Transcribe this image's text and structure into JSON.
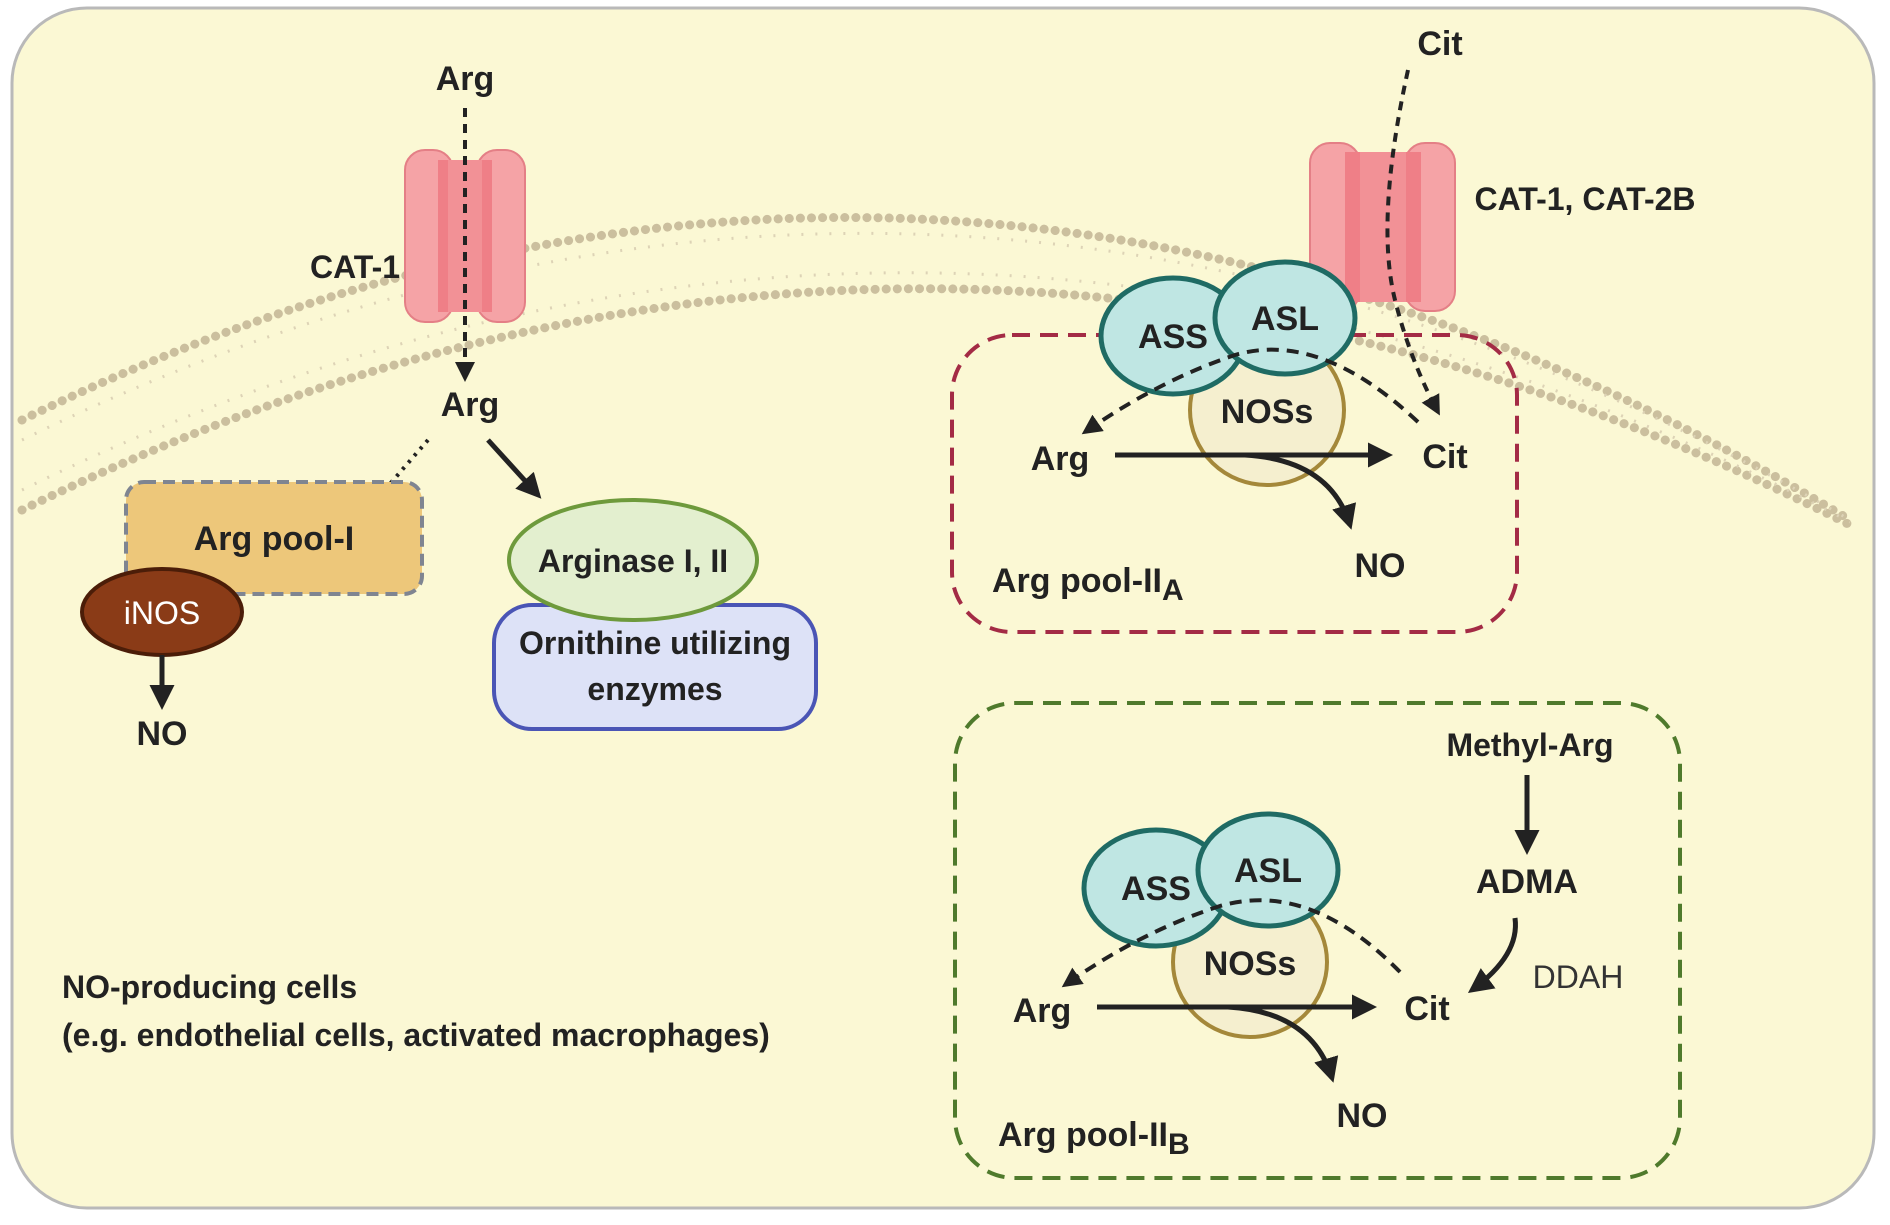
{
  "colors": {
    "cell_fill": "#fbf8d4",
    "cell_border": "#b9b9b9",
    "membrane_dots": "#cbbf9e",
    "channel_fill": "#f5a3a6",
    "channel_core": "#ef7f87",
    "pool1_fill": "#edc77a",
    "inos_fill": "#8a3b17",
    "arginase_fill": "#e3efcf",
    "arginase_stroke": "#6e9a3c",
    "ornithine_fill": "#dde2f7",
    "ornithine_stroke": "#4a55b5",
    "ass_asl_fill": "#bfe6e3",
    "ass_asl_stroke": "#1f6b64",
    "nos_fill": "#f5efcf",
    "nos_stroke": "#a4883a",
    "pool2a_border": "#a32b45",
    "pool2b_border": "#4f7a2c",
    "arrow": "#222222"
  },
  "left": {
    "arg_outside": "Arg",
    "transporter": "CAT-1",
    "arg_inside": "Arg",
    "pool1": "Arg pool-I",
    "inos": "iNOS",
    "no": "NO",
    "arginase": "Arginase I, II",
    "ornithine_line1": "Ornithine utilizing",
    "ornithine_line2": "enzymes"
  },
  "right": {
    "cit_outside": "Cit",
    "transporter": "CAT-1, CAT-2B"
  },
  "pool2a": {
    "ass": "ASS",
    "asl": "ASL",
    "nos": "NOSs",
    "arg": "Arg",
    "cit": "Cit",
    "no": "NO",
    "label": "Arg pool-II",
    "label_sub": "A"
  },
  "pool2b": {
    "ass": "ASS",
    "asl": "ASL",
    "nos": "NOSs",
    "arg": "Arg",
    "cit": "Cit",
    "no": "NO",
    "methyl_arg": "Methyl-Arg",
    "adma": "ADMA",
    "ddah": "DDAH",
    "label": "Arg pool-II",
    "label_sub": "B"
  },
  "caption": {
    "line1": "NO-producing cells",
    "line2": "(e.g. endothelial cells, activated macrophages)"
  }
}
